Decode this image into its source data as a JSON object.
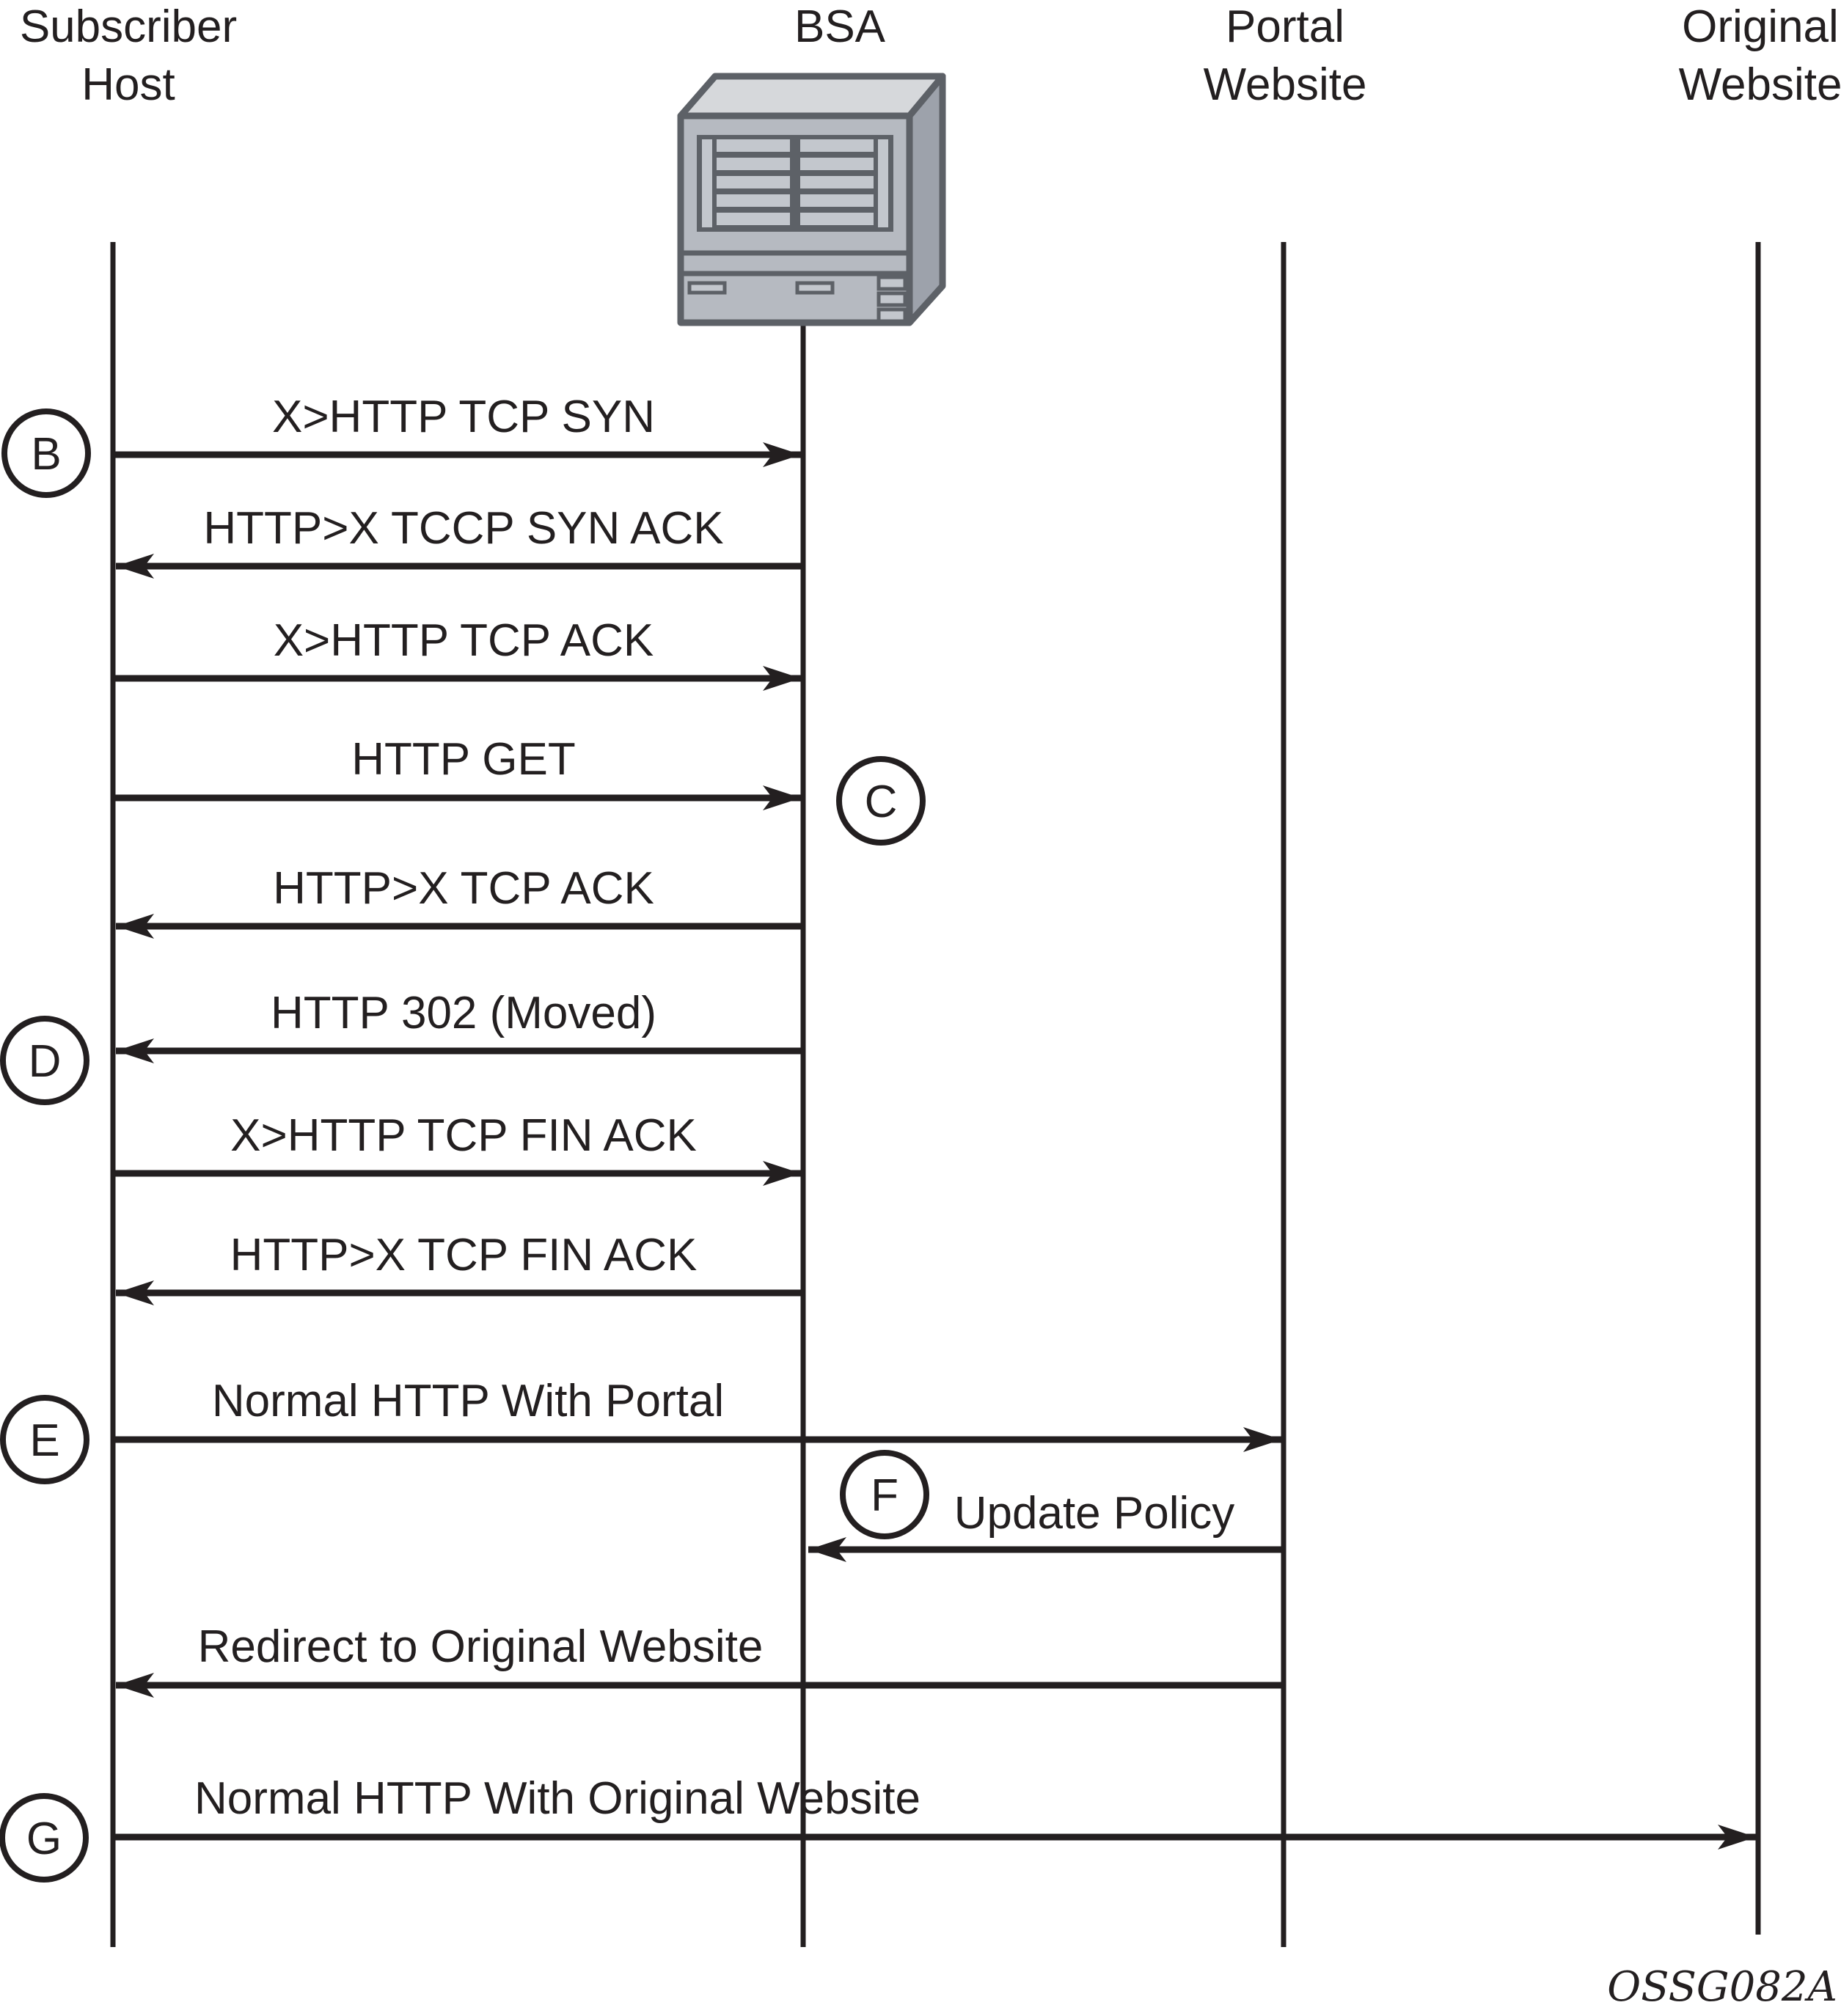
{
  "figure": {
    "watermark": "OSSG082A",
    "colors": {
      "black": "#231f20",
      "red": "#ed1c24",
      "router_front": "#b6bac1",
      "router_top": "#d6d8db",
      "router_side": "#9da2ab",
      "router_outline": "#5d6167",
      "router_slot": "#c3c7cd"
    },
    "actors": [
      {
        "id": "subscriber-host",
        "lines": [
          "Subscriber",
          "Host"
        ]
      },
      {
        "id": "bsa",
        "lines": [
          "BSA"
        ]
      },
      {
        "id": "portal-website",
        "lines": [
          "Portal",
          "Website"
        ]
      },
      {
        "id": "original-website",
        "lines": [
          "Original",
          "Website"
        ]
      }
    ],
    "messages": [
      {
        "letter": "B",
        "label": "X>HTTP TCP SYN",
        "color": "black",
        "from": "subscriber-host",
        "to": "bsa"
      },
      {
        "label": "HTTP>X TCCP SYN ACK",
        "color": "red",
        "from": "bsa",
        "to": "subscriber-host"
      },
      {
        "label": "X>HTTP TCP ACK",
        "color": "black",
        "from": "subscriber-host",
        "to": "bsa"
      },
      {
        "letter": "C",
        "label": "HTTP GET",
        "color": "black",
        "from": "subscriber-host",
        "to": "bsa"
      },
      {
        "label": "HTTP>X TCP ACK",
        "color": "red",
        "from": "bsa",
        "to": "subscriber-host"
      },
      {
        "letter": "D",
        "label": "HTTP 302 (Moved)",
        "color": "red",
        "from": "bsa",
        "to": "subscriber-host"
      },
      {
        "label": "X>HTTP TCP FIN ACK",
        "color": "black",
        "from": "subscriber-host",
        "to": "bsa"
      },
      {
        "label": "HTTP>X TCP FIN ACK",
        "color": "red",
        "from": "bsa",
        "to": "subscriber-host"
      },
      {
        "letter": "E",
        "label": "Normal HTTP With Portal",
        "color": "black",
        "from": "subscriber-host",
        "to": "portal-website"
      },
      {
        "letter": "F",
        "label": "Update Policy",
        "color": "black",
        "from": "portal-website",
        "to": "bsa"
      },
      {
        "label": "Redirect to Original Website",
        "color": "black",
        "from": "portal-website",
        "to": "subscriber-host"
      },
      {
        "letter": "G",
        "label": "Normal HTTP With Original Website",
        "color": "black",
        "from": "subscriber-host",
        "to": "original-website"
      }
    ]
  }
}
